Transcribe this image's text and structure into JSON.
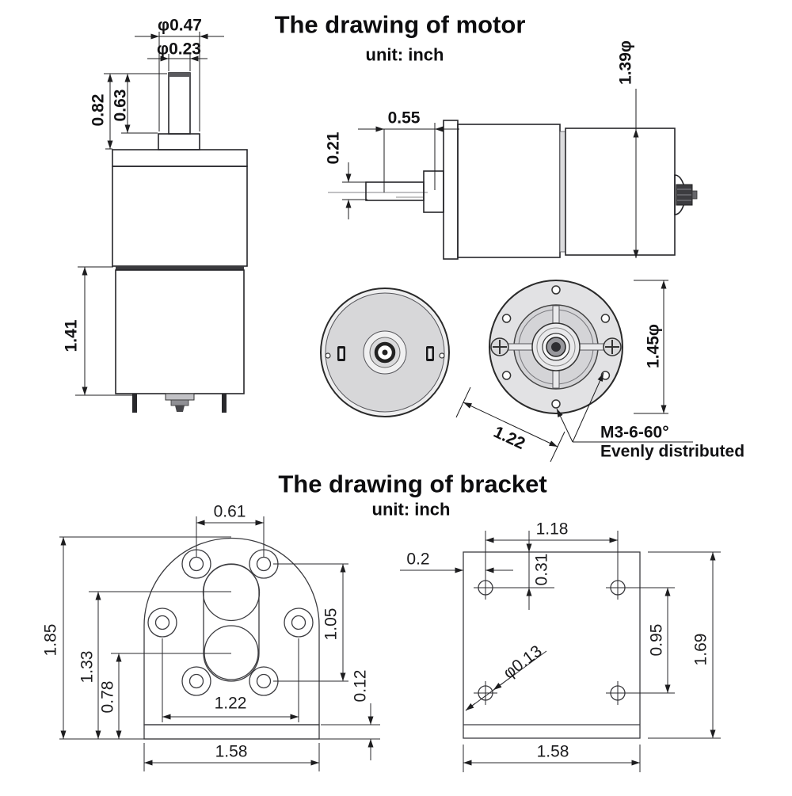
{
  "motor": {
    "title": "The drawing of motor",
    "unit_label": "unit: inch",
    "front_view": {
      "boss_diameter": "φ0.47",
      "shaft_diameter": "φ0.23",
      "shaft_total_length": "0.82",
      "shaft_length": "0.63",
      "motor_body_length": "1.41"
    },
    "side_view": {
      "shaft_length": "0.55",
      "shaft_diameter": "0.21",
      "body_diameter": "1.39φ"
    },
    "flange_view": {
      "flange_diameter": "1.45φ",
      "bolt_circle_diameter": "1.22",
      "mounting_holes": "M3-6-60°",
      "mounting_note": "Evenly distributed"
    }
  },
  "bracket": {
    "title": "The drawing of bracket",
    "unit_label": "unit: inch",
    "front_view": {
      "top_hole_spacing": "0.61",
      "overall_height": "1.85",
      "upper_circle_height": "1.33",
      "lower_circle_height": "0.78",
      "side_hole_spacing": "1.22",
      "right_hole_spacing": "1.05",
      "foot_height": "0.12",
      "overall_width": "1.58"
    },
    "side_view": {
      "top_hole_spacing": "1.18",
      "edge_to_hole": "0.2",
      "top_to_hole": "0.31",
      "right_hole_spacing": "0.95",
      "overall_height": "1.69",
      "overall_width": "1.58",
      "hole_diameter": "φ0.13"
    }
  }
}
